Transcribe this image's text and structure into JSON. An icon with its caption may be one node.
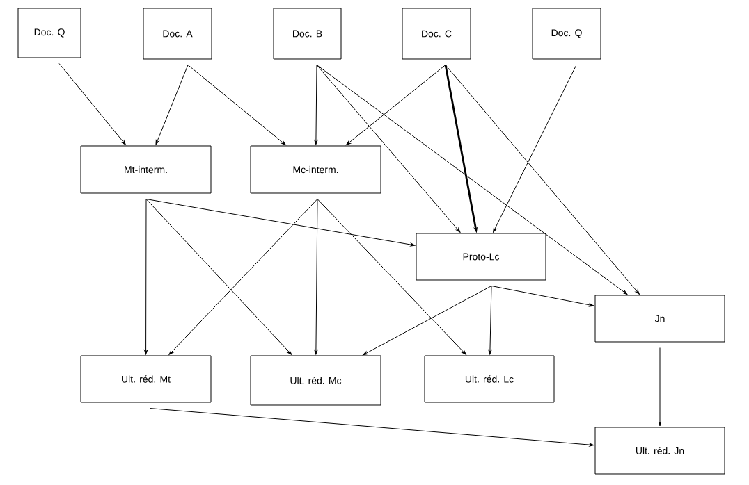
{
  "diagram": {
    "nodes": [
      {
        "text": [
          "Doc. Q"
        ]
      },
      {
        "text": [
          "Doc. A"
        ]
      },
      {
        "text": [
          "Doc. B"
        ]
      },
      {
        "text": [
          "Doc. C"
        ]
      },
      {
        "text": [
          "Doc. Q"
        ]
      },
      {
        "text": [
          "Mt-interm."
        ]
      },
      {
        "text": [
          "Mc-interm."
        ]
      },
      {
        "text": [
          "Proto-Lc"
        ]
      },
      {
        "text": [
          "Jn"
        ]
      },
      {
        "text": [
          "Ult. réd. Mt"
        ]
      },
      {
        "text": [
          "Ult. réd. Mc"
        ]
      },
      {
        "text": [
          "Ult. réd. Lc"
        ]
      },
      {
        "text": [
          "Ult. réd. Jn"
        ]
      }
    ],
    "edges": [
      {
        "from": 0,
        "to": 5,
        "arrow": "to"
      },
      {
        "from": 1,
        "to": 5,
        "arrow": "to"
      },
      {
        "from": 1,
        "to": 6,
        "arrow": "to"
      },
      {
        "from": 2,
        "to": 6,
        "arrow": "to"
      },
      {
        "from": 2,
        "to": 7,
        "arrow": "to"
      },
      {
        "from": 2,
        "to": 8,
        "arrow": "to"
      },
      {
        "from": 3,
        "to": 6,
        "arrow": "to"
      },
      {
        "from": 3,
        "to": 7,
        "arrow": "to",
        "style": "thick"
      },
      {
        "from": 3,
        "to": 8,
        "arrow": "to"
      },
      {
        "from": 4,
        "to": 7,
        "arrow": "to"
      },
      {
        "from": 5,
        "to": 9,
        "arrow": "to"
      },
      {
        "from": 5,
        "to": 10,
        "arrow": "to"
      },
      {
        "from": 5,
        "to": 7,
        "arrow": "to"
      },
      {
        "from": 6,
        "to": 9,
        "arrow": "to"
      },
      {
        "from": 6,
        "to": 10,
        "arrow": "to"
      },
      {
        "from": 6,
        "to": 11,
        "arrow": "to"
      },
      {
        "from": 7,
        "to": 10,
        "arrow": "to"
      },
      {
        "from": 7,
        "to": 11,
        "arrow": "to"
      },
      {
        "from": 7,
        "to": 8,
        "arrow": "to"
      },
      {
        "from": 8,
        "to": 12,
        "arrow": "to"
      },
      {
        "from": 9,
        "to": 12,
        "arrow": "to"
      }
    ]
  }
}
